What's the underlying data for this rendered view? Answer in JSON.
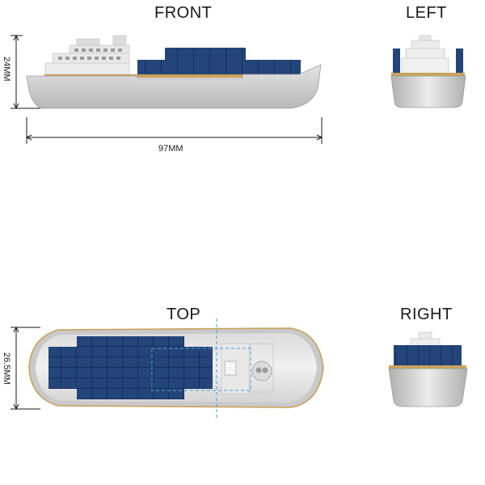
{
  "views": {
    "front": {
      "title": "FRONT"
    },
    "left": {
      "title": "LEFT"
    },
    "top": {
      "title": "TOP"
    },
    "right": {
      "title": "RIGHT"
    }
  },
  "dimensions": {
    "height": "24MM",
    "length": "97MM",
    "beam": "26.5MM"
  },
  "colors": {
    "hull": "#c9c9c9",
    "container": "#24457a",
    "deck_trim": "#c9a25a",
    "superstructure": "#e6e6e6",
    "guide_line": "#4a9fd8"
  }
}
